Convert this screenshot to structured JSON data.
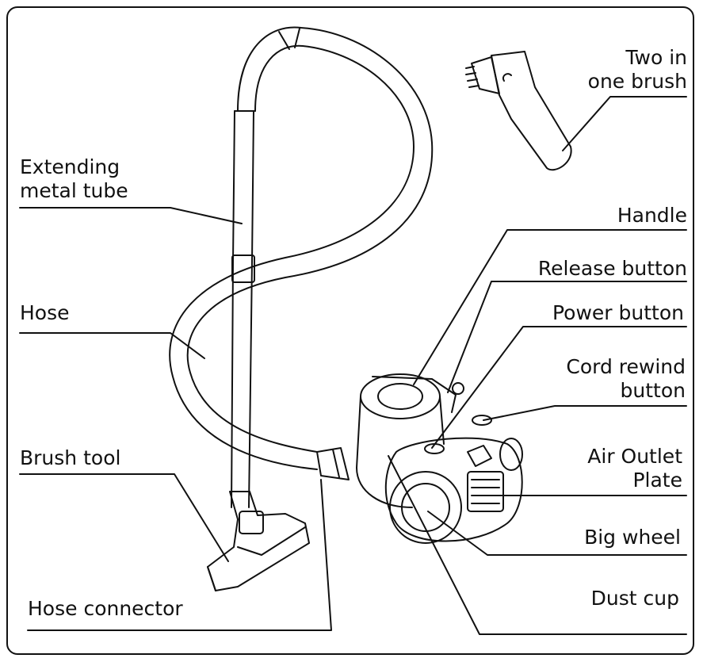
{
  "labels": {
    "two_in_one_brush": [
      "Two in",
      "one brush"
    ],
    "extending_metal_tube": [
      "Extending",
      "metal tube"
    ],
    "handle": "Handle",
    "release_button": "Release button",
    "power_button": "Power button",
    "cord_rewind_button": [
      "Cord rewind",
      "button"
    ],
    "hose": "Hose",
    "air_outlet_plate": [
      "Air Outlet",
      "Plate"
    ],
    "brush_tool": "Brush tool",
    "big_wheel": "Big wheel",
    "dust_cup": "Dust cup",
    "hose_connector": "Hose connector"
  }
}
